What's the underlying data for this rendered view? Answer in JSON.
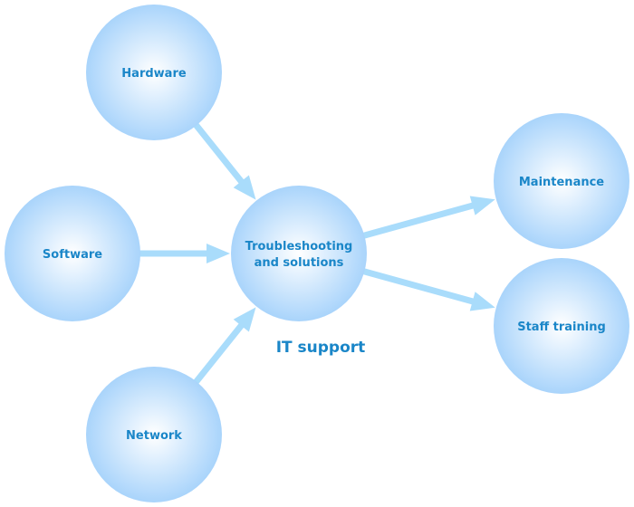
{
  "diagram": {
    "caption": "IT support",
    "colors": {
      "node_edge": "#a9d4fb",
      "node_center": "#ffffff",
      "arrow": "#a9dcfb",
      "text": "#1a86c8"
    },
    "nodes": [
      {
        "id": "hardware",
        "lines": [
          "Hardware"
        ]
      },
      {
        "id": "software",
        "lines": [
          "Software"
        ]
      },
      {
        "id": "network",
        "lines": [
          "Network"
        ]
      },
      {
        "id": "troubleshooting",
        "lines": [
          "Troubleshooting",
          "and solutions"
        ]
      },
      {
        "id": "maintenance",
        "lines": [
          "Maintenance"
        ]
      },
      {
        "id": "staff-training",
        "lines": [
          "Staff training"
        ]
      }
    ],
    "edges": [
      {
        "from": "hardware",
        "to": "troubleshooting"
      },
      {
        "from": "software",
        "to": "troubleshooting"
      },
      {
        "from": "network",
        "to": "troubleshooting"
      },
      {
        "from": "troubleshooting",
        "to": "maintenance"
      },
      {
        "from": "troubleshooting",
        "to": "staff-training"
      }
    ]
  }
}
